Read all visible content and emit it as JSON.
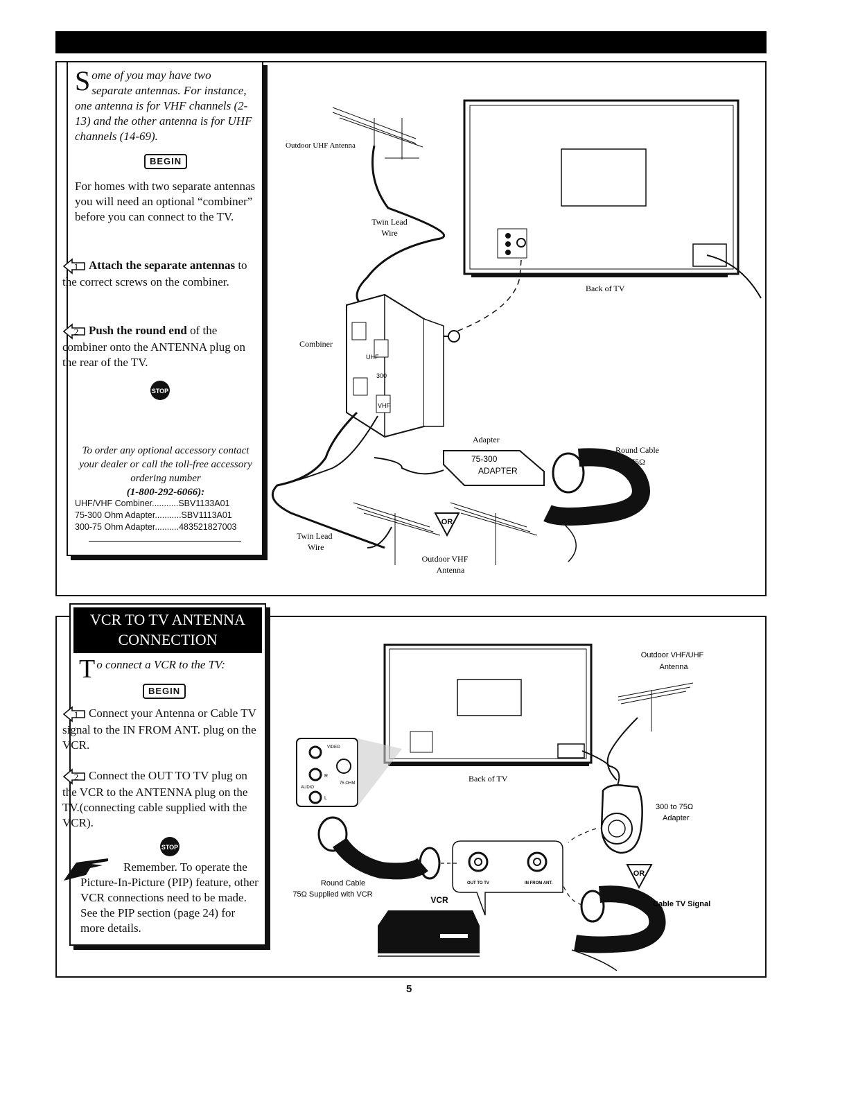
{
  "top": {
    "intro_dropcap": "S",
    "intro_text": "ome of you may have two separate antennas. For instance, one antenna is for VHF channels (2-13) and the other antenna is for UHF channels (14-69).",
    "begin": "BEGIN",
    "para": "For homes with two separate antennas you will need an optional “combiner” before you can connect to the TV.",
    "step1_num": "1",
    "step1_bold": "Attach the separate antennas",
    "step1_rest": " to the correct screws on the combiner.",
    "step2_num": "2",
    "step2_bold": "Push the round end",
    "step2_rest": " of the combiner onto the ANTENNA plug on the rear of the TV.",
    "stop": "STOP",
    "order_text": "To order any optional accessory contact your dealer or call the toll-free accessory ordering number",
    "order_phone": "(1-800-292-6066):",
    "parts": [
      "UHF/VHF Combiner...........SBV1133A01",
      "75-300 Ohm Adapter...........SBV1113A01",
      "300-75 Ohm Adapter..........483521827003"
    ],
    "diagram": {
      "uhf_antenna": "Outdoor UHF Antenna",
      "twin_lead_1a": "Twin Lead",
      "twin_lead_1b": "Wire",
      "back_of_tv": "Back of TV",
      "combiner": "Combiner",
      "combiner_uhf": "UHF",
      "combiner_vhf": "VHF",
      "combiner_300": "300",
      "adapter": "Adapter",
      "adapter_l1": "75-300",
      "adapter_l2": "ADAPTER",
      "round_cable_a": "Round Cable",
      "round_cable_b": "75Ω",
      "twin_lead_2a": "Twin Lead",
      "twin_lead_2b": "Wire",
      "or": "OR",
      "vhf_antenna_a": "Outdoor VHF",
      "vhf_antenna_b": "Antenna"
    }
  },
  "bottom": {
    "heading_line1": "VCR TO TV ANTENNA",
    "heading_line2": "CONNECTION",
    "intro_dropcap": "T",
    "intro_text": "o connect a VCR to the TV:",
    "begin": "BEGIN",
    "step1_num": "1",
    "step1_text": "Connect your Antenna or Cable TV signal to the IN FROM ANT. plug on the VCR.",
    "step2_num": "2",
    "step2_text": "Connect the OUT TO TV plug on the VCR to the ANTENNA plug on the TV.(connecting cable supplied with the VCR).",
    "stop": "STOP",
    "remember_text": "Remember. To operate the Picture-In-Picture (PIP) feature, other VCR connections need to be made. See the PIP section (page 24) for more details.",
    "diagram": {
      "vhf_uhf_a": "Outdoor VHF/UHF",
      "vhf_uhf_b": "Antenna",
      "back_of_tv": "Back of TV",
      "video": "VIDEO",
      "audio": "AUDIO",
      "r": "R",
      "l": "L",
      "ohm": "75 OHM",
      "adapter_a": "300 to 75Ω",
      "adapter_b": "Adapter",
      "or": "OR",
      "cable_signal": "Cable TV Signal",
      "round_cable_a": "Round Cable",
      "round_cable_b": "75Ω Supplied with VCR",
      "out_to_tv": "OUT TO TV",
      "in_from_ant": "IN FROM ANT.",
      "vcr": "VCR"
    }
  },
  "page_number": "5"
}
